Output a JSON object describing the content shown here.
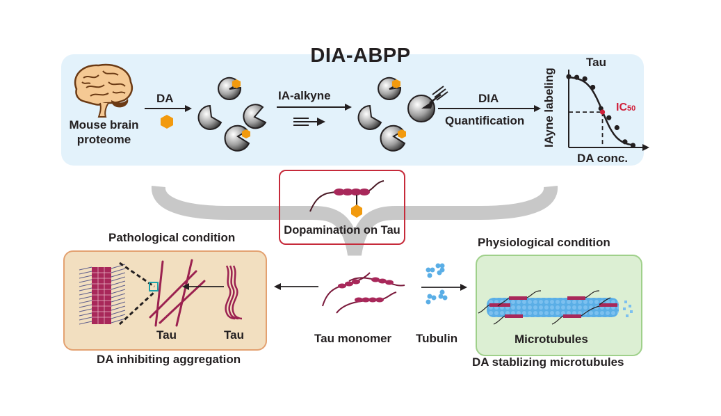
{
  "title": "DIA-ABPP",
  "top_workflow": {
    "source_label_line1": "Mouse brain",
    "source_label_line2": "proteome",
    "step1_label": "DA",
    "step2_label": "IA-alkyne",
    "step3_label_line1": "DIA",
    "step3_label_line2": "Quantification",
    "colors": {
      "panel_bg": "#e3f2fb",
      "dopamine_hexagon": "#f29a0e",
      "brain_fill": "#f5c994",
      "brain_outline": "#6b3a14"
    }
  },
  "chart_data": {
    "type": "scatter",
    "title": "Tau",
    "xlabel": "DA conc.",
    "ylabel": "IAyne labeling",
    "annotation": "IC50",
    "annotation_main": "IC",
    "annotation_sub": "50",
    "annotation_color": "#d0203a",
    "x": [
      0,
      1,
      2,
      3,
      4,
      5,
      6,
      7,
      8
    ],
    "values": [
      1.0,
      0.99,
      0.97,
      0.85,
      0.55,
      0.42,
      0.28,
      0.08,
      0.03
    ],
    "ic50_x": 4.2,
    "ic50_y": 0.5,
    "xlim": [
      0,
      9
    ],
    "ylim": [
      0,
      1.1
    ],
    "grid": false
  },
  "center": {
    "box_label": "Dopamination on Tau",
    "box_color": "#c62a3a"
  },
  "pathological": {
    "header": "Pathological condition",
    "footer": "DA inhibiting aggregation",
    "fibril_label": "Tau",
    "oligomer_label": "Tau",
    "colors": {
      "box_bg": "#f2dfc0",
      "box_border": "#e3a170",
      "tau": "#9b2150",
      "zoom_box": "#1fa0a8"
    }
  },
  "middle": {
    "monomer_label": "Tau monomer",
    "tubulin_label": "Tubulin"
  },
  "physiological": {
    "header": "Physiological condition",
    "footer": "DA stablizing microtubules",
    "microtubule_label": "Microtubules",
    "colors": {
      "box_bg": "#dcefd3",
      "box_border": "#9fd08a",
      "tubulin": "#5aaee6"
    }
  }
}
